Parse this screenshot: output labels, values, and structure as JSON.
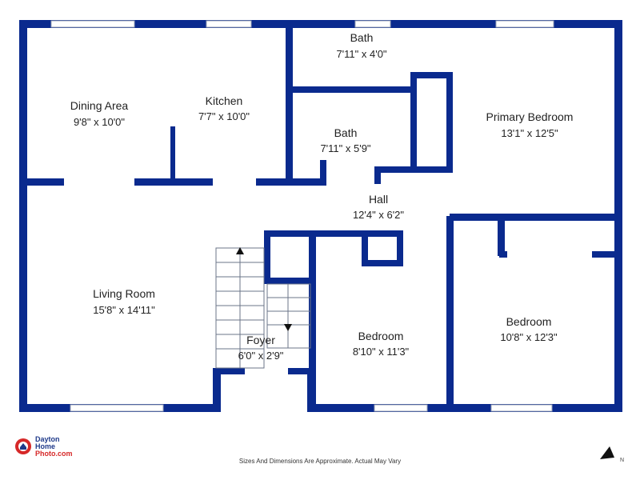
{
  "colors": {
    "wall": "#0a2a8e",
    "window": "#ffffff",
    "text": "#222222",
    "logo_red": "#d62828",
    "logo_blue": "#1f3a8a"
  },
  "rooms": [
    {
      "id": "dining",
      "name": "Dining Area",
      "dims": "9'8\" x 10'0\""
    },
    {
      "id": "kitchen",
      "name": "Kitchen",
      "dims": "7'7\" x 10'0\""
    },
    {
      "id": "bath1",
      "name": "Bath",
      "dims": "7'11\" x 4'0\""
    },
    {
      "id": "bath2",
      "name": "Bath",
      "dims": "7'11\" x 5'9\""
    },
    {
      "id": "primary",
      "name": "Primary Bedroom",
      "dims": "13'1\" x 12'5\""
    },
    {
      "id": "hall",
      "name": "Hall",
      "dims": "12'4\" x 6'2\""
    },
    {
      "id": "living",
      "name": "Living Room",
      "dims": "15'8\" x 14'11\""
    },
    {
      "id": "foyer",
      "name": "Foyer",
      "dims": "6'0\" x 2'9\""
    },
    {
      "id": "bedroom1",
      "name": "Bedroom",
      "dims": "8'10\" x 11'3\""
    },
    {
      "id": "bedroom2",
      "name": "Bedroom",
      "dims": "10'8\" x 12'3\""
    }
  ],
  "logo": {
    "line1": "Dayton",
    "line2": "Home",
    "line3": "Photo.com"
  },
  "disclaimer": "Sizes And Dimensions Are Approximate. Actual May Vary",
  "icons": {
    "logo": "camera-logo-icon",
    "north": "north-arrow-icon"
  }
}
